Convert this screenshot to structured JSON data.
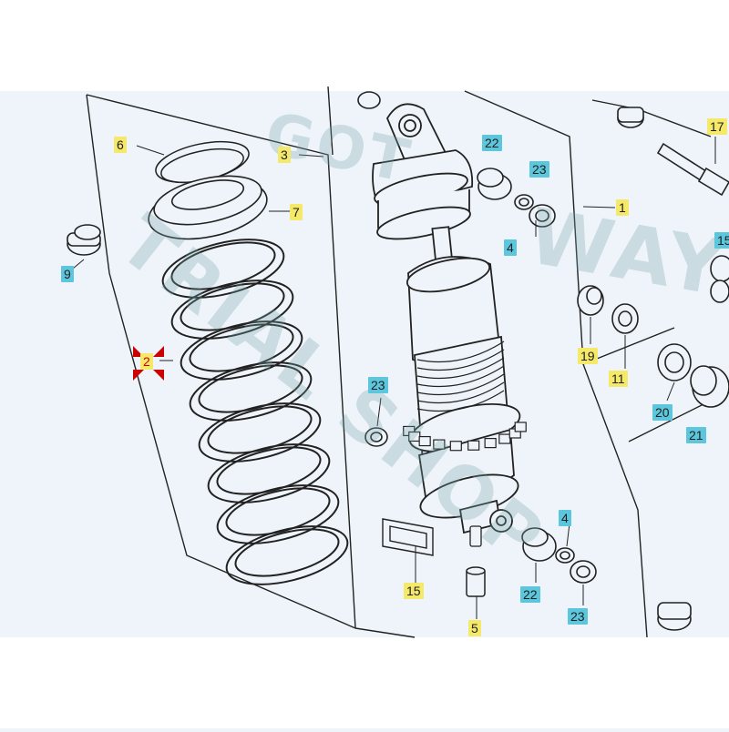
{
  "diagram": {
    "callouts": [
      {
        "id": "c6",
        "text": "6",
        "style": "y"
      },
      {
        "id": "c3",
        "text": "3",
        "style": "y"
      },
      {
        "id": "c7",
        "text": "7",
        "style": "y"
      },
      {
        "id": "c22a",
        "text": "22",
        "style": "b"
      },
      {
        "id": "c23a",
        "text": "23",
        "style": "b"
      },
      {
        "id": "c1",
        "text": "1",
        "style": "y"
      },
      {
        "id": "c4a",
        "text": "4",
        "style": "b"
      },
      {
        "id": "c9",
        "text": "9",
        "style": "b"
      },
      {
        "id": "c2",
        "text": "2",
        "style": "r"
      },
      {
        "id": "c19",
        "text": "19",
        "style": "y"
      },
      {
        "id": "c11",
        "text": "11",
        "style": "y"
      },
      {
        "id": "c17",
        "text": "17",
        "style": "y"
      },
      {
        "id": "c15r",
        "text": "15",
        "style": "b"
      },
      {
        "id": "c20",
        "text": "20",
        "style": "b"
      },
      {
        "id": "c21",
        "text": "21",
        "style": "b"
      },
      {
        "id": "c23b",
        "text": "23",
        "style": "b"
      },
      {
        "id": "c4b",
        "text": "4",
        "style": "b"
      },
      {
        "id": "c15",
        "text": "15",
        "style": "y"
      },
      {
        "id": "c22b",
        "text": "22",
        "style": "b"
      },
      {
        "id": "c23c",
        "text": "23",
        "style": "b"
      },
      {
        "id": "c5",
        "text": "5",
        "style": "y"
      }
    ],
    "watermark": {
      "top": "GOT",
      "line": "TRIAL SHOP",
      "side": "WAY"
    }
  },
  "colors": {
    "screen_bg": "#eef4f9",
    "line": "#222222",
    "yellow_tag": "#f5e96a",
    "blue_tag": "#5cc7dc",
    "red_marker": "#cc0000",
    "bezel": "#ffffff"
  }
}
